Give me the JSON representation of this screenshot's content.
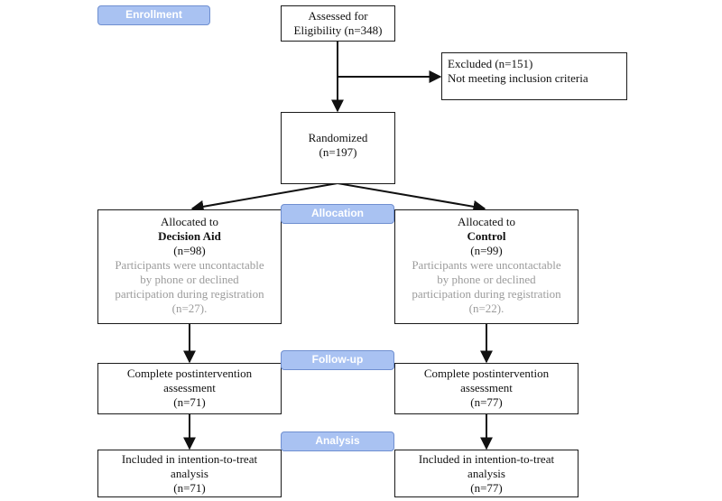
{
  "stages": {
    "enrollment": "Enrollment",
    "allocation": "Allocation",
    "follow_up": "Follow-up",
    "analysis": "Analysis"
  },
  "assessed": {
    "line1": "Assessed for",
    "line2": "Eligibility  (n=348)"
  },
  "excluded": {
    "line1": "Excluded (n=151)",
    "line2": "Not meeting inclusion criteria"
  },
  "randomized": {
    "line1": "Randomized",
    "line2": "(n=197)"
  },
  "allocated_left": {
    "line1": "Allocated to",
    "group": "Decision Aid",
    "n": "(n=98)",
    "note1": "Participants were uncontactable",
    "note2": "by phone or declined",
    "note3": "participation during registration",
    "note4": "(n=27)."
  },
  "allocated_right": {
    "line1": "Allocated to",
    "group": "Control",
    "n": "(n=99)",
    "note1": "Participants were uncontactable",
    "note2": "by phone or declined",
    "note3": "participation during registration",
    "note4": "(n=22)."
  },
  "followup_left": {
    "line1": "Complete postintervention",
    "line2": "assessment",
    "n": "(n=71)"
  },
  "followup_right": {
    "line1": "Complete postintervention",
    "line2": "assessment",
    "n": "(n=77)"
  },
  "analysis_left": {
    "line1": "Included in intention-to-treat",
    "line2": "analysis",
    "n": "(n=71)"
  },
  "analysis_right": {
    "line1": "Included in intention-to-treat",
    "line2": "analysis",
    "n": "(n=77)"
  },
  "colors": {
    "stage_fill": "#a9c2f2",
    "stage_border": "#6f8fd0",
    "box_border": "#1a1a1a",
    "note_text": "#9b9b9b"
  }
}
